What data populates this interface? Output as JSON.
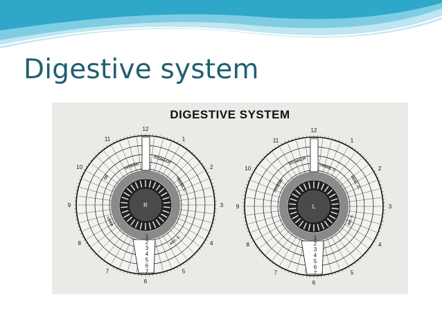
{
  "slide": {
    "title": "Digestive system"
  },
  "figure": {
    "title": "DIGESTIVE SYSTEM",
    "clock_marks": [
      "12",
      "1",
      "2",
      "3",
      "4",
      "5",
      "6",
      "7",
      "8",
      "9",
      "10",
      "11"
    ],
    "right_iris": {
      "pupil_label": "R",
      "zones": [
        "LIVER",
        "GB",
        "THYROID",
        "STOMACH",
        "TRANS. C.",
        "ASC. C."
      ]
    },
    "left_iris": {
      "pupil_label": "L",
      "zones": [
        "THYROID",
        "STOMACH",
        "TRANS. C.",
        "DESC. C.",
        "SIG. C."
      ]
    },
    "ring_numbers": [
      "1",
      "2",
      "3",
      "4",
      "5",
      "6",
      "7"
    ]
  },
  "colors": {
    "title": "#1f5f70",
    "wave_light": "#bfe6f1",
    "wave_mid": "#7fcde2",
    "wave_dark": "#2fa7c8",
    "figure_bg": "#eceae6",
    "ink": "#111111"
  }
}
